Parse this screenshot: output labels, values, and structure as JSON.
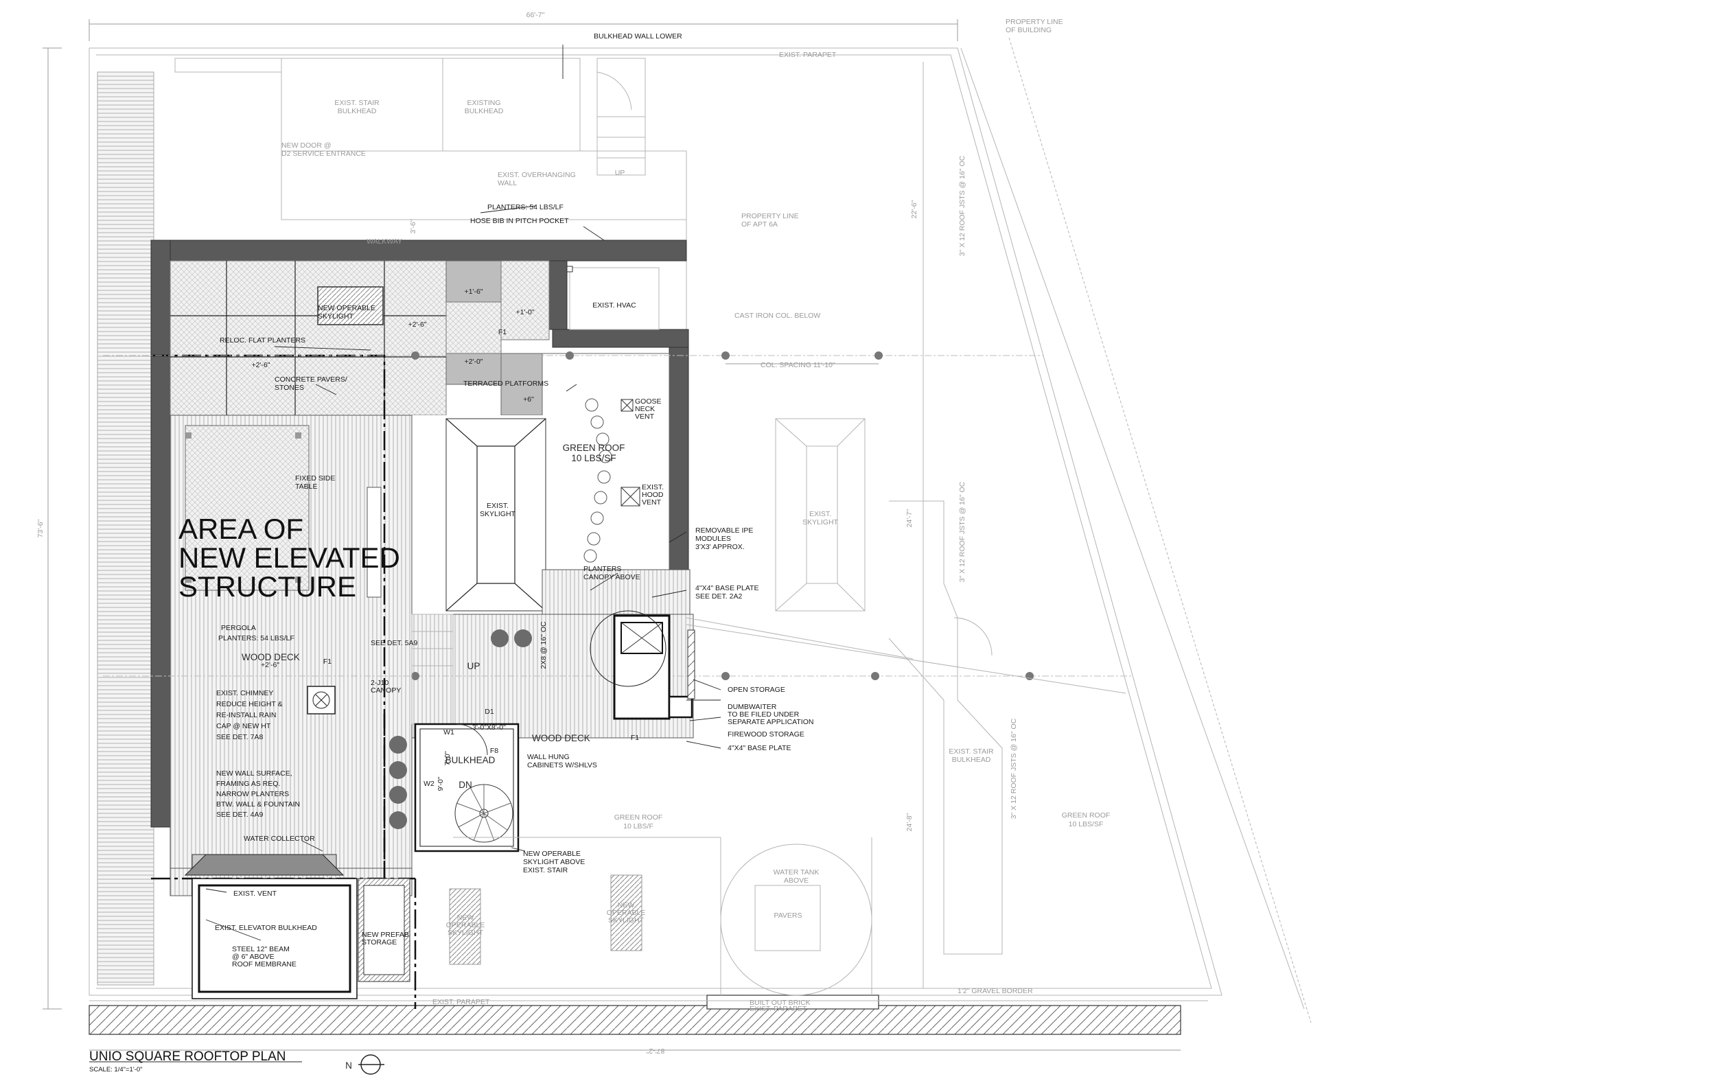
{
  "labels": {
    "overall_width": "66'-7\"",
    "property_line_building": "PROPERTY LINE\nOF BUILDING",
    "bulkhead_wall_lower": "BULKHEAD WALL LOWER",
    "exist_parapet_top": "EXIST. PARAPET",
    "exist_stair_bulkhead": "EXIST. STAIR\nBULKHEAD",
    "existing_bulkhead": "EXISTING\nBULKHEAD",
    "new_door": "NEW DOOR @\nD2 SERVICE ENTRANCE",
    "exist_overhanging_wall": "EXIST. OVERHANGING\nWALL",
    "up_top": "UP",
    "walkway": "WALKWAY",
    "walkway_dim": "3'-6\"",
    "planters_54": "PLANTERS: 54 LBS/LF",
    "hose_bib": "HOSE BIB IN PITCH POCKET",
    "property_line_apt": "PROPERTY LINE\nOF APT 6A",
    "dim_22_6": "22'-6\"",
    "joists_upper": "3\" X 12 ROOF JSTS @ 16\" OC",
    "exist_hvac": "EXIST. HVAC",
    "new_operable_skylight": "NEW OPERABLE\nSKYLIGHT",
    "plus_1_6": "+1'-6\"",
    "plus_1_0": "+1'-0\"",
    "plus_2_6_upper": "+2'-6\"",
    "f1_a": "F1",
    "cast_iron": "CAST IRON COL. BELOW",
    "col_spacing": "COL. SPACING 11'-10\"",
    "reloc_planters": "RELOC. FLAT PLANTERS",
    "plus_2_6_left": "+2'-6\"",
    "plus_2_0": "+2'-0\"",
    "concrete_pavers": "CONCRETE PAVERS/\nSTONES",
    "terraced_platforms": "TERRACED PLATFORMS",
    "plus_6": "+6\"",
    "goose_neck": "GOOSE\nNECK\nVENT",
    "green_roof_10sf": "GREEN ROOF\n10 LBS/SF",
    "exist_skylight_mid": "EXIST.\nSKYLIGHT",
    "exist_hood_vent": "EXIST.\nHOOD\nVENT",
    "exist_skylight_right": "EXIST.\nSKYLIGHT",
    "dim_24_7": "24'-7\"",
    "joists_mid": "3\" X 12 ROOF JSTS @ 16\" OC",
    "fixed_side_table": "FIXED SIDE\nTABLE",
    "area_elevated": "AREA OF\nNEW ELEVATED\nSTRUCTURE",
    "dim_73_6": "73'-6\"",
    "removable_ipe": "REMOVABLE IPE\nMODULES\n3'X3' APPROX.",
    "planters_canopy": "PLANTERS\nCANOPY ABOVE",
    "base_plate_1": "4\"X4\" BASE PLATE\nSEE DET. 2A2",
    "pergola": "PERGOLA",
    "planters_54_b": "PLANTERS: 54 LBS/LF",
    "plus_2_6_deck": "+2'-6\"",
    "see_det_5a9": "SEE DET. 5A9",
    "wood_deck_left": "WOOD DECK",
    "f1_b": "F1",
    "up_mid": "UP",
    "canopy_2_10": "2-J10\nCANOPY",
    "joists_deck": "2X8 @ 16\" OC",
    "open_storage": "OPEN STORAGE",
    "dumbwaiter": "DUMBWAITER\nTO BE FILED UNDER\nSEPARATE APPLICATION",
    "firewood_storage": "FIREWOOD STORAGE",
    "base_plate_2": "4\"X4\" BASE PLATE",
    "exist_chimney": "EXIST. CHIMNEY\nREDUCE HEIGHT &\nRE-INSTALL RAIN\nCAP @ NEW HT\nSEE DET. 7A8",
    "d1": "D1",
    "w1": "W1",
    "door_size": "3'-0\"X8'-0\"",
    "f8": "F8",
    "wood_deck_right": "WOOD DECK",
    "f1_c": "F1",
    "bulkhead": "BULKHEAD",
    "dim_7_0": "7'-0\"",
    "dim_9_0": "9'-0\"",
    "w2": "W2",
    "dn": "DN",
    "wall_hung": "WALL HUNG\nCABINETS W/SHLVS",
    "exist_stair_bulkhead_r": "EXIST. STAIR\nBULKHEAD",
    "dim_24_8": "24'-8\"",
    "joists_lower": "3\" X 12 ROOF JSTS @ 16\" OC",
    "new_wall_surface": "NEW WALL SURFACE,\nFRAMING AS REQ.\nNARROW PLANTERS\nBTW. WALL & FOUNTAIN\nSEE DET. 4A9",
    "green_roof_mid": "GREEN ROOF\n10 LBS/F",
    "green_roof_right": "GREEN ROOF\n10 LBS/SF",
    "water_collector": "WATER COLLECTOR",
    "new_operable_skylight_stair": "NEW OPERABLE\nSKYLIGHT ABOVE\nEXIST. STAIR",
    "exist_vent": "EXIST. VENT",
    "water_tank": "WATER TANK\nABOVE",
    "pavers": "PAVERS",
    "exist_elevator": "EXIST. ELEVATOR BULKHEAD",
    "new_prefab": "NEW PREFAB\nSTORAGE",
    "new_operable_1": "NEW\nOPERABLE\nSKYLIGHT",
    "new_operable_2": "NEW\nOPERABLE\nSKYLIGHT",
    "steel_beam": "STEEL 12\" BEAM\n@ 6\" ABOVE\nROOF MEMBRANE",
    "exist_parapet_bottom": "EXIST. PARAPET",
    "gravel_border": "1'2\" GRAVEL BORDER",
    "built_out_brick": "BUILT OUT BRICK\nEXIST. PARAPET",
    "dim_bottom": "87'-2\""
  },
  "title_block": {
    "title": "UNIO SQUARE ROOFTOP PLAN",
    "scale": "SCALE: 1/4\"=1'-0\"",
    "north": "N"
  }
}
